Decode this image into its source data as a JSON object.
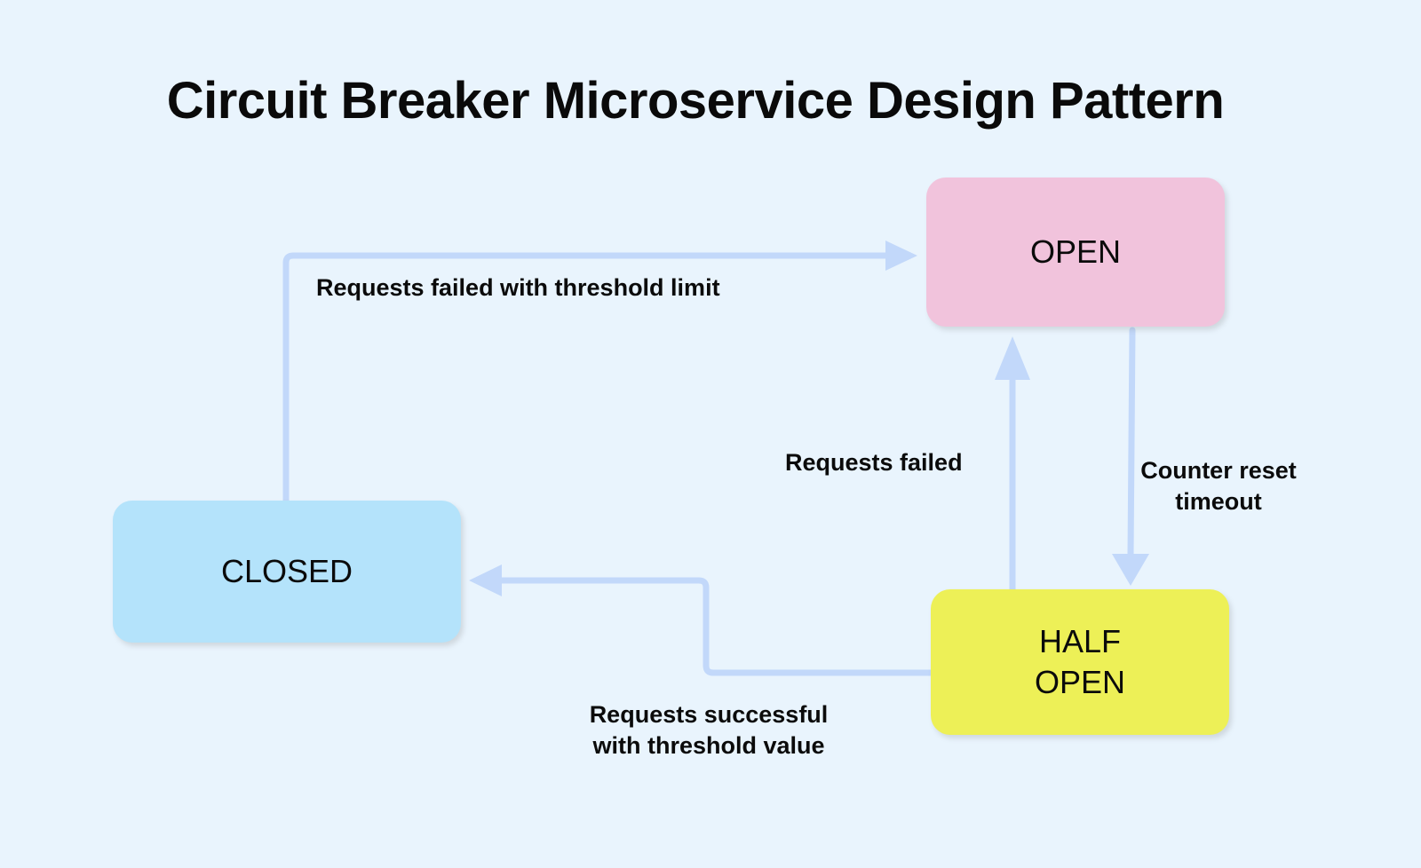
{
  "page": {
    "background_color": "#e9f4fd",
    "title": "Circuit Breaker Microservice Design Pattern"
  },
  "palette": {
    "open_fill": "#f1c3dc",
    "closed_fill": "#b4e3fb",
    "half_open_fill": "#edf057",
    "arrow_color": "#c2d8fa",
    "text_color": "#0b0b0b"
  },
  "states": [
    {
      "id": "closed",
      "label": "CLOSED",
      "color": "#b4e3fb"
    },
    {
      "id": "open",
      "label": "OPEN",
      "color": "#f1c3dc"
    },
    {
      "id": "half_open",
      "label": "HALF\nOPEN",
      "color": "#edf057"
    }
  ],
  "transitions": [
    {
      "id": "closed-to-open",
      "from": "CLOSED",
      "to": "OPEN",
      "label": "Requests failed with threshold limit"
    },
    {
      "id": "half-open-to-open",
      "from": "HALF OPEN",
      "to": "OPEN",
      "label": "Requests failed"
    },
    {
      "id": "open-to-half-open",
      "from": "OPEN",
      "to": "HALF OPEN",
      "label": "Counter reset\ntimeout"
    },
    {
      "id": "half-open-to-closed",
      "from": "HALF OPEN",
      "to": "CLOSED",
      "label": "Requests successful\nwith threshold value"
    }
  ]
}
